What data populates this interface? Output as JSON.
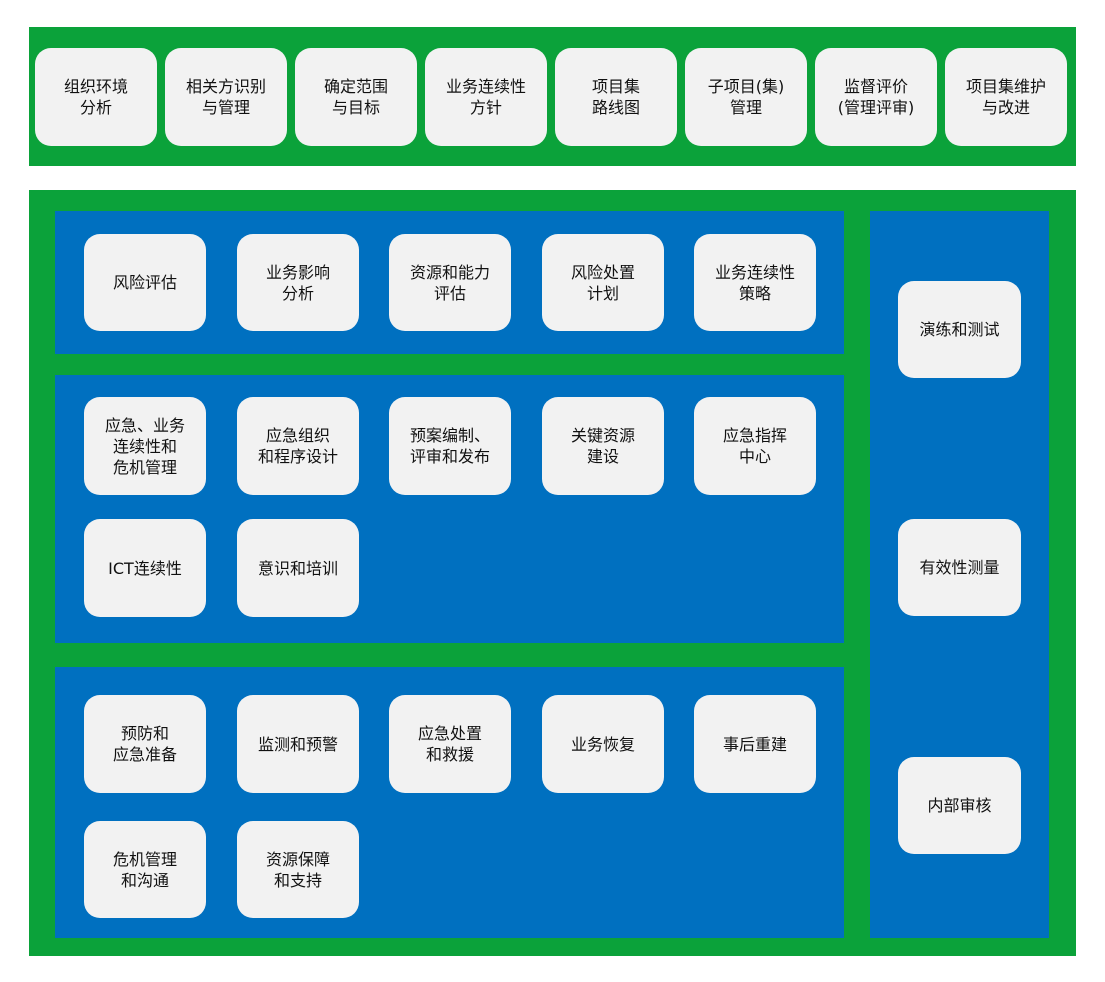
{
  "colors": {
    "band": "#0ba23a",
    "panel": "#0070c0",
    "box": "#f2f2f2",
    "text": "#111111"
  },
  "top_row": [
    "组织环境\n分析",
    "相关方识别\n与管理",
    "确定范围\n与目标",
    "业务连续性\n方针",
    "项目集\n路线图",
    "子项目(集)\n管理",
    "监督评价\n(管理评审)",
    "项目集维护\n与改进"
  ],
  "section_1": [
    "风险评估",
    "业务影响\n分析",
    "资源和能力\n评估",
    "风险处置\n计划",
    "业务连续性\n策略"
  ],
  "section_2": [
    "应急、业务\n连续性和\n危机管理",
    "应急组织\n和程序设计",
    "预案编制、\n评审和发布",
    "关键资源\n建设",
    "应急指挥\n中心",
    "ICT连续性",
    "意识和培训"
  ],
  "section_3": [
    "预防和\n应急准备",
    "监测和预警",
    "应急处置\n和救援",
    "业务恢复",
    "事后重建",
    "危机管理\n和沟通",
    "资源保障\n和支持"
  ],
  "right_column": [
    "演练和测试",
    "有效性测量",
    "内部审核"
  ]
}
